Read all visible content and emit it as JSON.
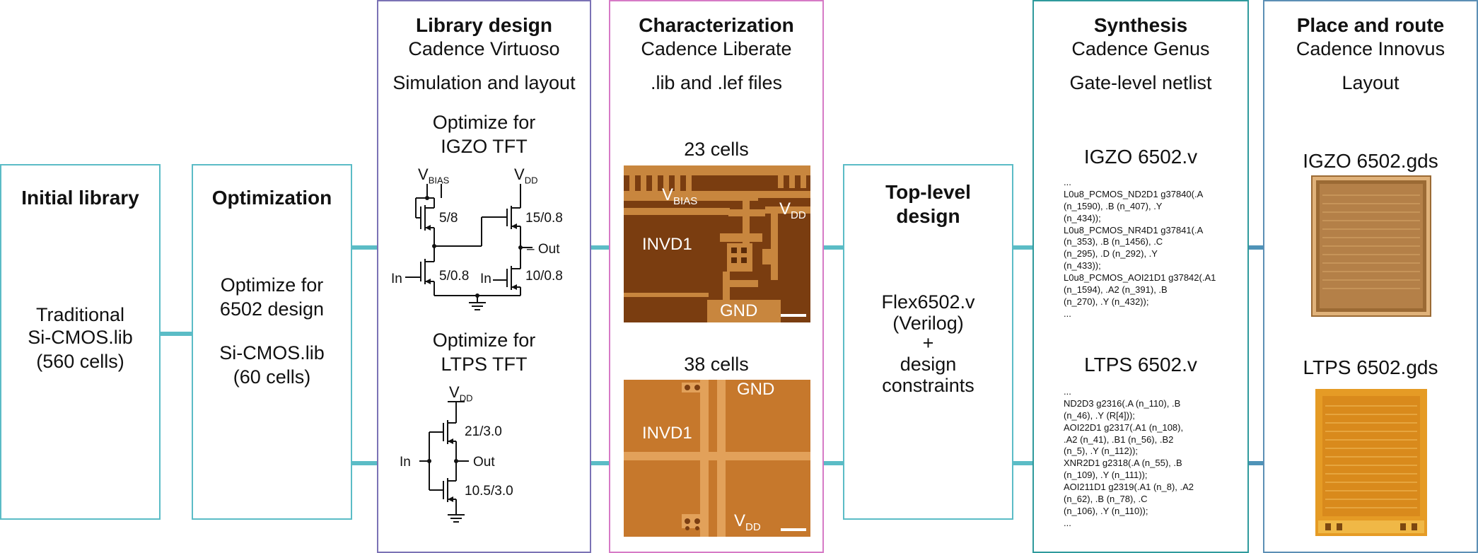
{
  "initial": {
    "title": "Initial library",
    "line1": "Traditional",
    "line2": "Si-CMOS.lib",
    "line3": "(560 cells)"
  },
  "optimization": {
    "title": "Optimization",
    "line1": "Optimize for",
    "line2": "6502 design",
    "line3": "Si-CMOS.lib",
    "line4": "(60 cells)"
  },
  "library": {
    "title": "Library design",
    "tool": "Cadence Virtuoso",
    "output": "Simulation and layout",
    "igzo_line1": "Optimize for",
    "igzo_line2": "IGZO TFT",
    "ltps_line1": "Optimize for",
    "ltps_line2": "LTPS TFT",
    "igzo_labels": {
      "v": "V",
      "bias": "BIAS",
      "dd": "DD",
      "r1": "5/8",
      "r2": "15/0.8",
      "r3": "5/0.8",
      "r4": "10/0.8",
      "in1": "In",
      "in2": "In",
      "out": "Out"
    },
    "ltps_labels": {
      "v": "V",
      "dd": "DD",
      "r1": "21/3.0",
      "r2": "10.5/3.0",
      "in": "In",
      "out": "Out"
    }
  },
  "characterization": {
    "title": "Characterization",
    "tool": "Cadence Liberate",
    "output": ".lib and .lef files",
    "igzo_cells": "23 cells",
    "ltps_cells": "38 cells",
    "igzo_labels": {
      "v": "V",
      "bias": "BIAS",
      "dd": "DD",
      "cell": "INVD1",
      "gnd": "GND"
    },
    "ltps_labels": {
      "gnd": "GND",
      "cell": "INVD1",
      "v": "V",
      "dd": "DD"
    }
  },
  "toplevel": {
    "title1": "Top-level",
    "title2": "design",
    "line1": "Flex6502.v",
    "line2": "(Verilog)",
    "line3": "+",
    "line4": "design",
    "line5": "constraints"
  },
  "synthesis": {
    "title": "Synthesis",
    "tool": "Cadence Genus",
    "output": "Gate-level netlist",
    "igzo_file": "IGZO 6502.v",
    "igzo_code": [
      "...",
      "L0u8_PCMOS_ND2D1 g37840(.A",
      "(n_1590), .B (n_407), .Y",
      "(n_434));",
      "L0u8_PCMOS_NR4D1 g37841(.A",
      "(n_353), .B (n_1456), .C",
      "(n_295), .D (n_292), .Y",
      "(n_433));",
      "L0u8_PCMOS_AOI21D1 g37842(.A1",
      "(n_1594), .A2 (n_391), .B",
      "(n_270), .Y (n_432));",
      "..."
    ],
    "ltps_file": "LTPS 6502.v",
    "ltps_code": [
      "...",
      "ND2D3 g2316(.A (n_110), .B",
      "(n_46), .Y (R[4]));",
      "AOI22D1 g2317(.A1 (n_108),",
      ".A2 (n_41), .B1 (n_56), .B2",
      "(n_5), .Y (n_112));",
      "XNR2D1 g2318(.A (n_55), .B",
      "(n_109), .Y (n_111));",
      "AOI211D1 g2319(.A1 (n_8), .A2",
      "(n_62), .B (n_78), .C",
      "(n_106), .Y (n_110));",
      "..."
    ]
  },
  "placeroute": {
    "title": "Place and route",
    "tool": "Cadence Innovus",
    "output": "Layout",
    "igzo_file": "IGZO 6502.gds",
    "ltps_file": "LTPS 6502.gds"
  }
}
